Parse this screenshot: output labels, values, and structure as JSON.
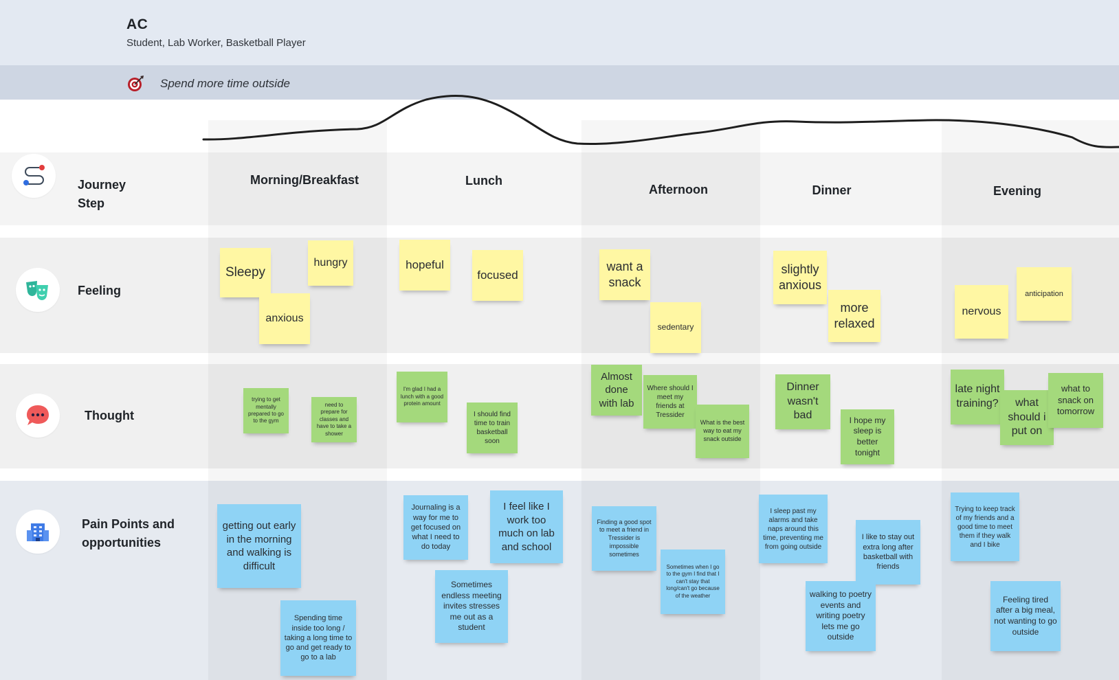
{
  "persona": {
    "name": "AC",
    "roles": "Student, Lab Worker, Basketball Player"
  },
  "goal": {
    "icon": "target-icon",
    "text": "Spend more time outside"
  },
  "rows": {
    "journey": {
      "label_line1": "Journey",
      "label_line2": "Step",
      "icon": "route-map-pin-icon"
    },
    "feeling": {
      "label": "Feeling",
      "icon": "theater-masks-icon"
    },
    "thought": {
      "label": "Thought",
      "icon": "speech-bubble-icon"
    },
    "pain": {
      "label_line1": "Pain Points and",
      "label_line2": "opportunities",
      "icon": "building-icon"
    }
  },
  "steps": [
    "Morning/Breakfast",
    "Lunch",
    "Afternoon",
    "Dinner",
    "Evening"
  ],
  "notes": {
    "feeling": [
      "Sleepy",
      "hungry",
      "anxious",
      "hopeful",
      "focused",
      "want a snack",
      "sedentary",
      "slightly anxious",
      "more relaxed",
      "nervous",
      "anticipation"
    ],
    "thought": [
      "trying to get mentally prepared to go to the gym",
      "need to prepare for classes and have to take a shower",
      "I'm glad I had a lunch with a good protein amount",
      "I should find time to train basketball soon",
      "Almost done with lab",
      "Where should I meet my friends at Tressider",
      "What is the best way to eat my snack outside",
      "Dinner wasn't bad",
      "I hope my sleep is better tonight",
      "late night training?",
      "what should i put on",
      "what to snack on tomorrow"
    ],
    "pain": [
      "getting out early in the morning and walking is difficult",
      "Spending time inside too long / taking a long time to go and get ready to go to a lab",
      "Journaling is a way for me to get focused on what I need to do today",
      "I feel like I work too much on lab and school",
      "Sometimes endless meeting invites stresses me out as a student",
      "Finding a good spot to meet a friend in Tressider is impossible sometimes",
      "Sometimes when I go to the gym I find that I can't stay that long/can't go because of the weather",
      "I sleep past my alarms and take naps around this time, preventing me from going outside",
      "I like to stay out extra long after basketball with friends",
      "walking to poetry events and writing poetry lets me go outside",
      "Trying to keep track of my friends and a good time to meet them if they walk and I bike",
      "Feeling tired after a big meal, not wanting to go outside"
    ]
  },
  "colors": {
    "header_bg": "#e3e9f2",
    "goal_bg": "#ced6e3",
    "feeling_note": "#fff7a3",
    "thought_note": "#a4d97c",
    "pain_note": "#8fd3f5"
  }
}
